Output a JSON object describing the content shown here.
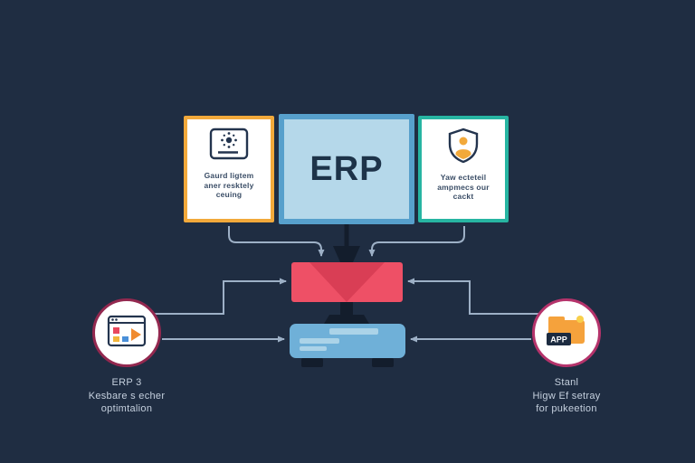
{
  "diagram": {
    "background": "#1f2d42",
    "connector_color": "#9db0c6",
    "top_row": {
      "left_box": {
        "border_color": "#f2a93b",
        "icon": "device-gear-icon",
        "caption": [
          "Gaurd ligtem",
          "aner resktely",
          "ceuing"
        ]
      },
      "center_box": {
        "border_color": "#57a0cc",
        "fill_color": "#b5d8ea",
        "label": "ERP"
      },
      "right_box": {
        "border_color": "#27b5a2",
        "icon": "shield-user-icon",
        "caption": [
          "Yaw ecteteil",
          "ampmecs our",
          "cackt"
        ]
      }
    },
    "center_stack": {
      "monitor_color": "#ee5066",
      "monitor_facet_color": "#d93e55",
      "keyboard_color": "#6fb0d8",
      "stand_color": "#131d2c"
    },
    "left_node": {
      "ring_color": "#93284f",
      "icon": "browser-window-icon",
      "caption": [
        "ERP 3",
        "Kesbare s echer",
        "optimtalion"
      ]
    },
    "right_node": {
      "ring_color": "#b5336b",
      "icon": "app-folder-icon",
      "badge": "APP",
      "caption": [
        "Stanl",
        "Higw Ef setray",
        "for pukeetion"
      ]
    }
  }
}
